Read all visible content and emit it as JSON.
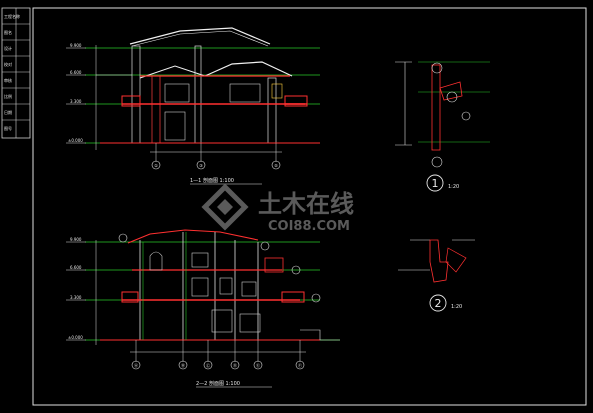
{
  "section_1_1": {
    "title": "1—1 剖面图 1:100",
    "elevations": [
      "±0.000",
      "3.300",
      "6.600",
      "9.900"
    ],
    "axis_labels": [
      "①",
      "③",
      "⑤"
    ]
  },
  "section_2_2": {
    "title": "2—2 剖面图 1:100",
    "elevations": [
      "±0.000",
      "3.300",
      "6.600",
      "9.900"
    ],
    "axis_labels": [
      "Ⓐ",
      "Ⓑ",
      "Ⓒ",
      "Ⓓ",
      "Ⓔ",
      "Ⓕ"
    ]
  },
  "detail_1": {
    "number": "1",
    "scale": "1:20"
  },
  "detail_2": {
    "number": "2",
    "scale": "1:20"
  },
  "watermark": {
    "cn": "土木在线",
    "url": "COI88.COM"
  },
  "title_block": {
    "cells": [
      "工程名称",
      "图名",
      "设计",
      "校对",
      "审核",
      "比例",
      "日期",
      "图号"
    ]
  }
}
